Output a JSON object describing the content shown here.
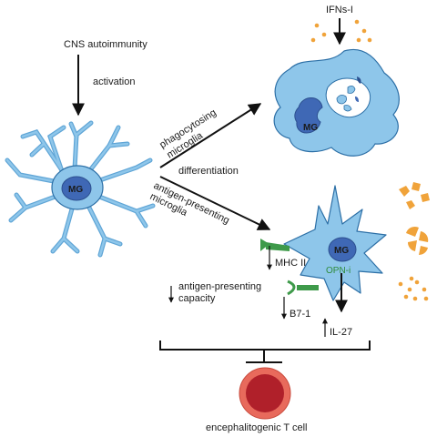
{
  "labels": {
    "cns_autoimmunity": "CNS autoimmunity",
    "activation": "activation",
    "ifns": "IFNs-I",
    "phagocytosing_1": "phagocytosing",
    "phagocytosing_2": "microglia",
    "differentiation": "differentiation",
    "antigen_presenting_1": "antigen-presenting",
    "antigen_presenting_2": "microglia",
    "mhc": "MHC II",
    "capacity_1": "antigen-presenting",
    "capacity_2": "capacity",
    "b7": "B7-1",
    "il27": "IL-27",
    "opn": "OPN-i",
    "tcell": "encephalitogenic T cell",
    "mg": "MG"
  },
  "colors": {
    "cell_fill": "#8ec6ea",
    "cell_stroke": "#2c6fa6",
    "nucleus": "#3f68b5",
    "receptor": "#3e9a4a",
    "cytokine": "#f0a33a",
    "tcell_outer": "#e86a5c",
    "tcell_inner": "#b0202a",
    "arrow": "#111111"
  }
}
